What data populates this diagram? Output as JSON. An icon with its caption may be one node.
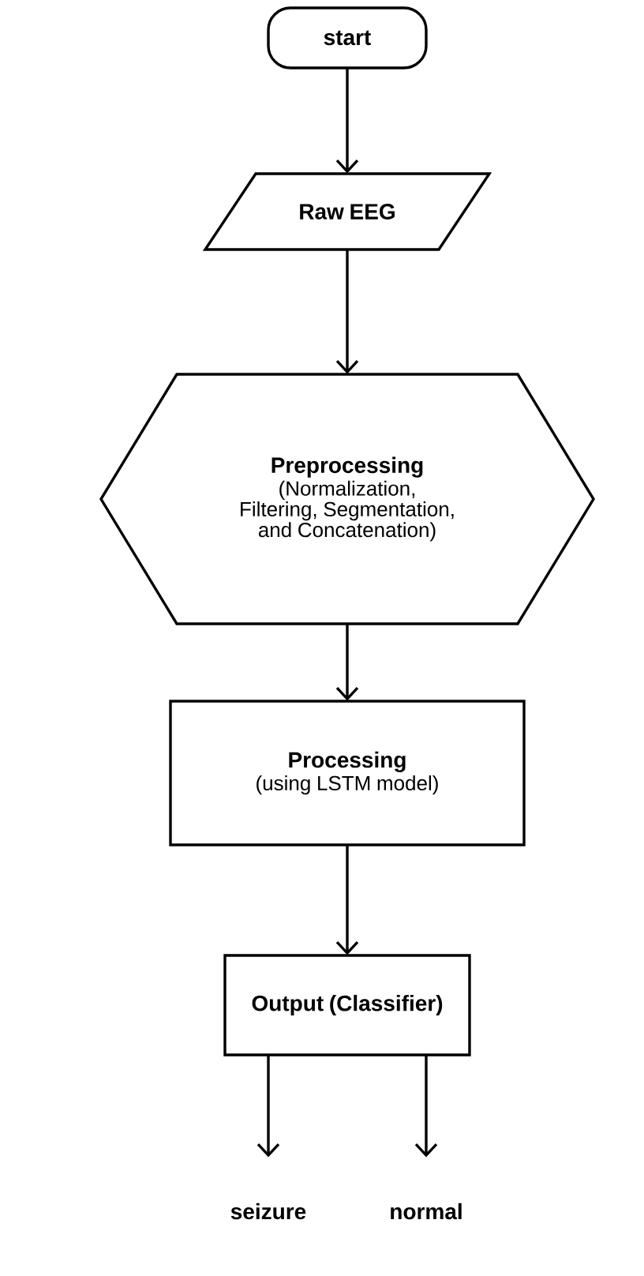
{
  "diagram": {
    "nodes": [
      {
        "text": [
          "start"
        ]
      },
      {
        "text": [
          "Raw EEG"
        ]
      },
      {
        "text": [
          "Preprocessing",
          "(Normalization, Filtering, Segmentation, and Concatenation)"
        ]
      },
      {
        "text": [
          "Processing",
          "(using LSTM model)"
        ]
      },
      {
        "text": [
          "Output (Classifier)"
        ]
      },
      {
        "text": [
          "seizure"
        ]
      },
      {
        "text": [
          "normal"
        ]
      }
    ],
    "edges": [
      {
        "from": 0,
        "to": 1,
        "arrow": "to"
      },
      {
        "from": 1,
        "to": 2,
        "arrow": "to"
      },
      {
        "from": 2,
        "to": 3,
        "arrow": "to"
      },
      {
        "from": 3,
        "to": 4,
        "arrow": "to"
      },
      {
        "from": 4,
        "to": 5,
        "arrow": "to"
      },
      {
        "from": 4,
        "to": 6,
        "arrow": "to"
      }
    ]
  }
}
